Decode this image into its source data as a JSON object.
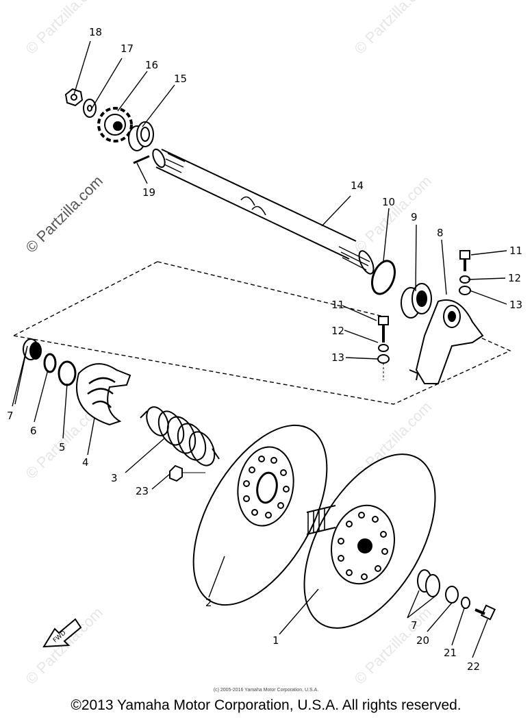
{
  "watermark": "© Partzilla.com",
  "part_labels": {
    "p1": "1",
    "p2": "2",
    "p3": "3",
    "p4": "4",
    "p5": "5",
    "p6": "6",
    "p7a": "7",
    "p7b": "7",
    "p8": "8",
    "p9": "9",
    "p10": "10",
    "p11a": "11",
    "p11b": "11",
    "p12a": "12",
    "p12b": "12",
    "p13a": "13",
    "p13b": "13",
    "p14": "14",
    "p15": "15",
    "p16": "16",
    "p17": "17",
    "p18": "18",
    "p19": "19",
    "p20": "20",
    "p21": "21",
    "p22": "22",
    "p23": "23"
  },
  "fwd_label": "FWD",
  "small_copyright": "(c) 2005-2016 Yamaha Motor Corporation, U.S.A.",
  "copyright": "©2013 Yamaha Motor Corporation, U.S.A. All rights reserved."
}
